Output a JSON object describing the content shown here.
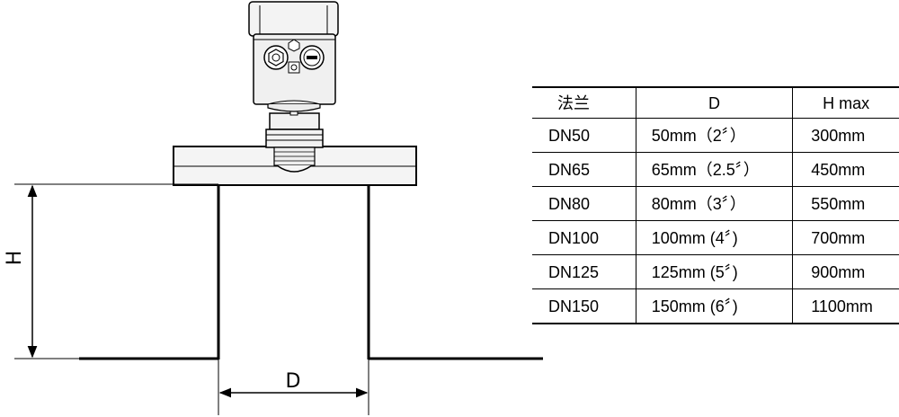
{
  "diagram": {
    "label_h": "H",
    "label_d": "D"
  },
  "table": {
    "headers": [
      "法兰",
      "D",
      "H  max"
    ],
    "rows": [
      [
        "DN50",
        "50mm（2〞）",
        "300mm"
      ],
      [
        "DN65",
        "65mm（2.5〞）",
        "450mm"
      ],
      [
        "DN80",
        "80mm（3〞）",
        "550mm"
      ],
      [
        "DN100",
        "100mm (4〞)",
        "700mm"
      ],
      [
        "DN125",
        "125mm (5〞)",
        "900mm"
      ],
      [
        "DN150",
        "150mm (6〞)",
        "1100mm"
      ]
    ]
  }
}
